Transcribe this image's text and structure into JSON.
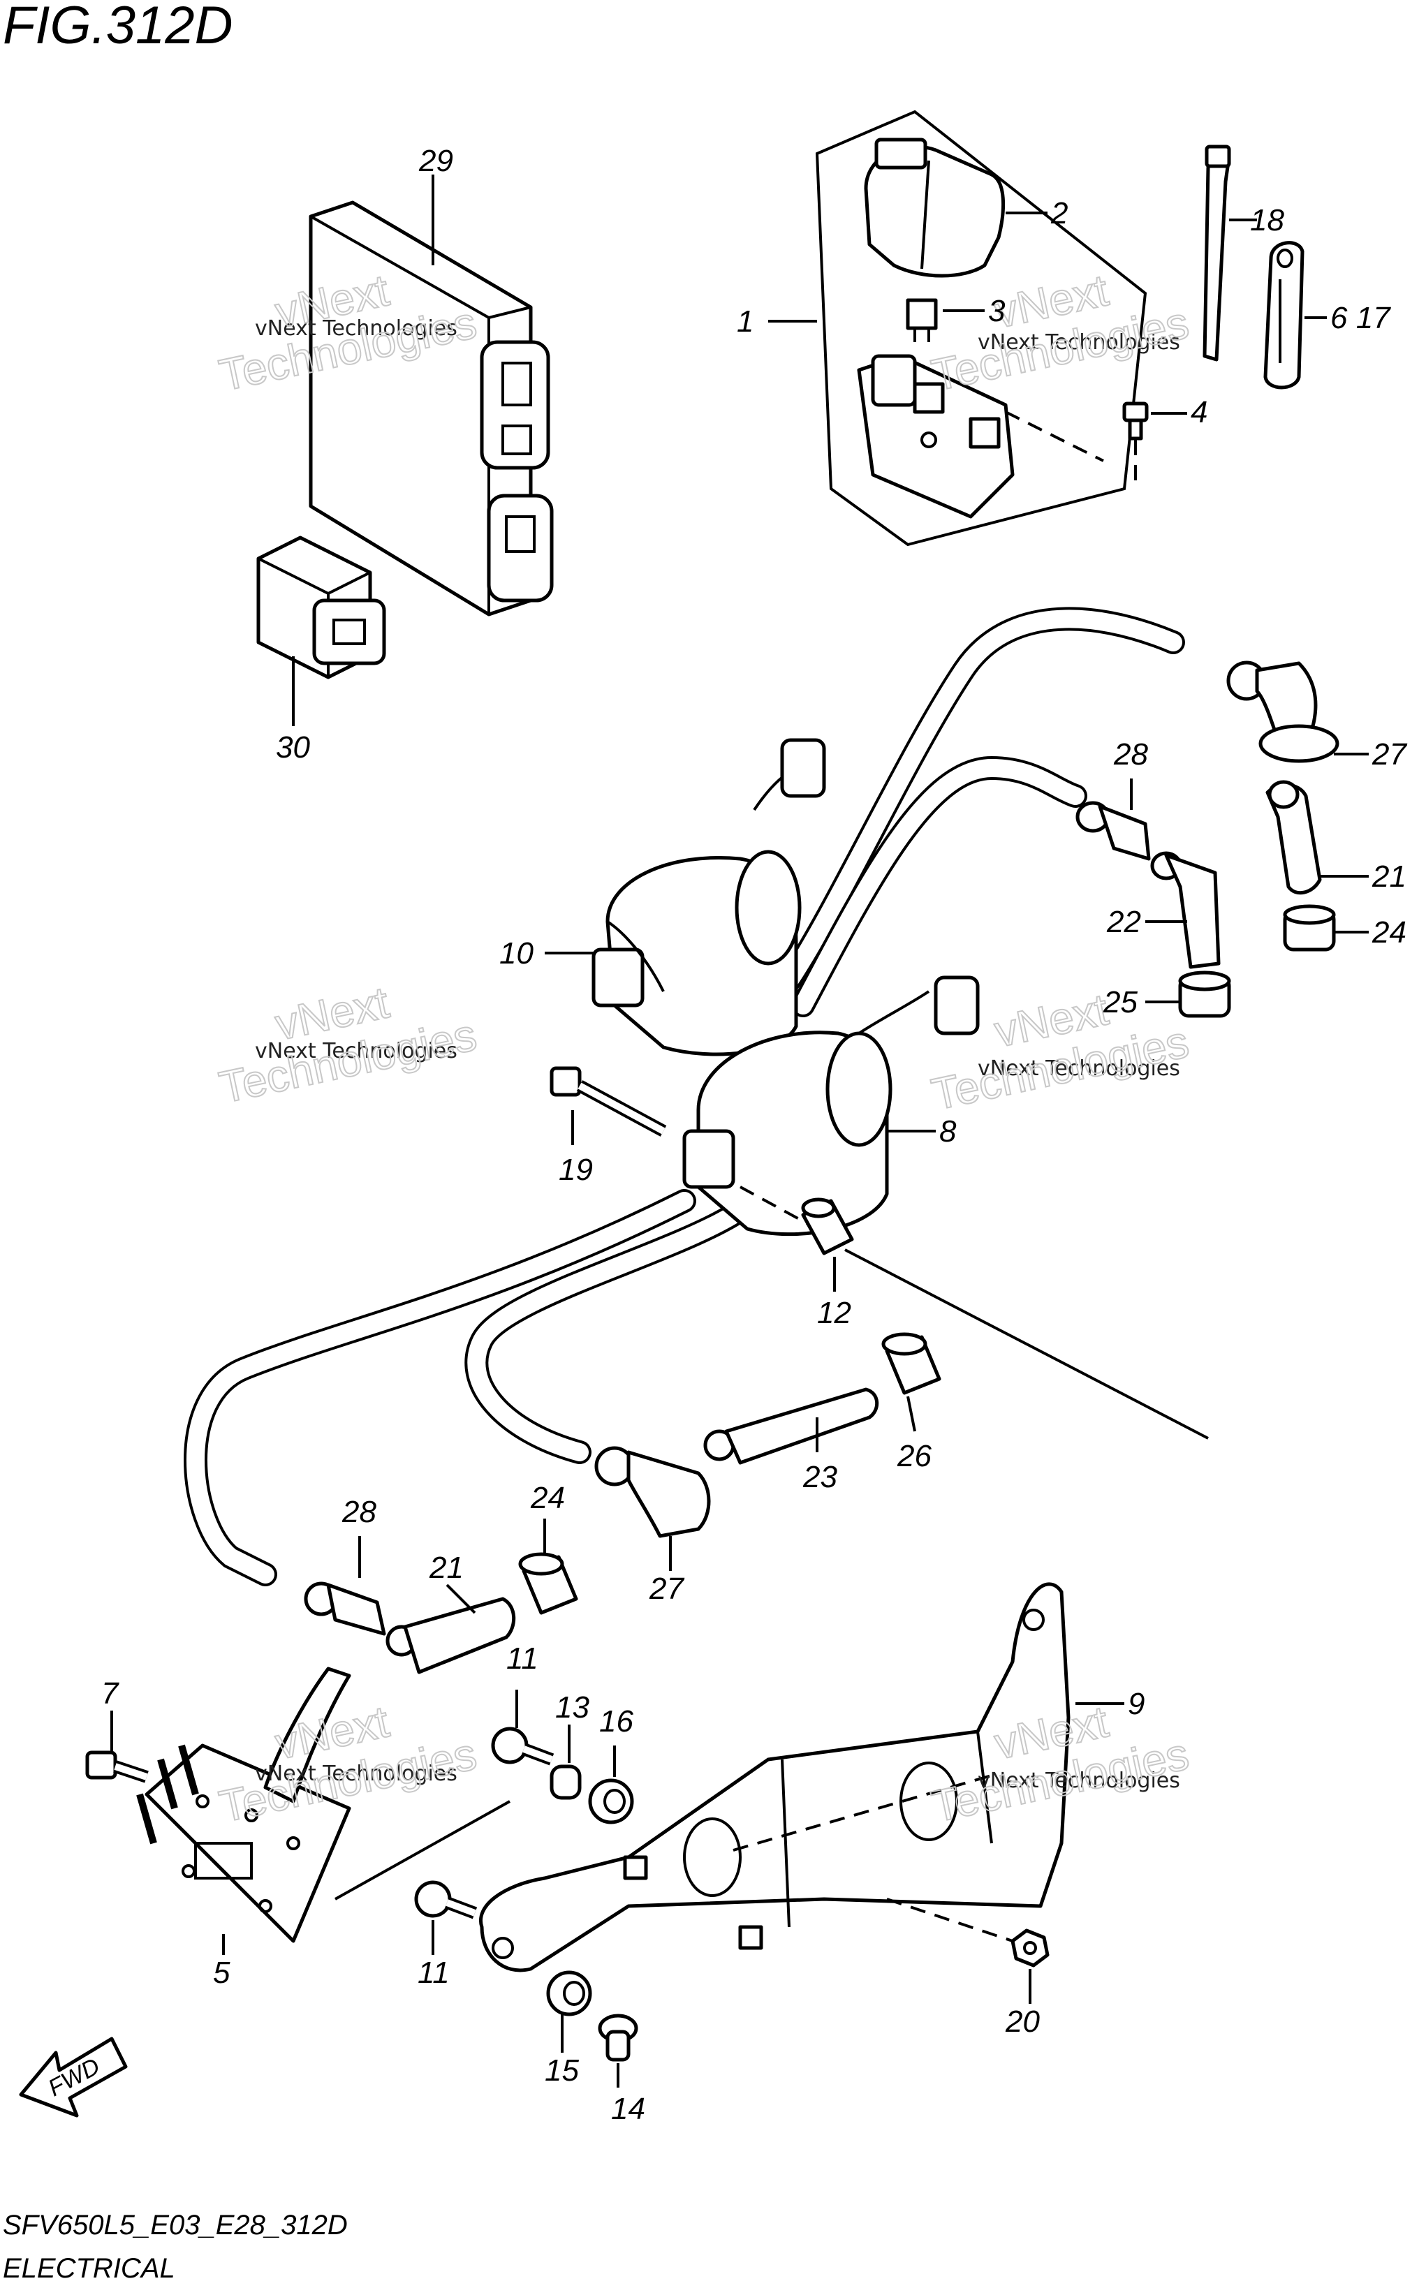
{
  "figure": {
    "title": "FIG.312D",
    "code": "SFV650L5_E03_E28_312D",
    "section": "ELECTRICAL",
    "direction_label": "FWD"
  },
  "watermark": {
    "text": "vNext Technologies",
    "big_line1": "vNext",
    "big_line2": "Technologies"
  },
  "callouts": [
    {
      "id": "c29",
      "label": "29"
    },
    {
      "id": "c2",
      "label": "2"
    },
    {
      "id": "c18",
      "label": "18"
    },
    {
      "id": "c1",
      "label": "1"
    },
    {
      "id": "c3",
      "label": "3"
    },
    {
      "id": "c6-17",
      "label": "6 17"
    },
    {
      "id": "c4",
      "label": "4"
    },
    {
      "id": "c30",
      "label": "30"
    },
    {
      "id": "c27a",
      "label": "27"
    },
    {
      "id": "c28a",
      "label": "28"
    },
    {
      "id": "c21a",
      "label": "21"
    },
    {
      "id": "c10",
      "label": "10"
    },
    {
      "id": "c22",
      "label": "22"
    },
    {
      "id": "c24a",
      "label": "24"
    },
    {
      "id": "c25",
      "label": "25"
    },
    {
      "id": "c8",
      "label": "8"
    },
    {
      "id": "c19",
      "label": "19"
    },
    {
      "id": "c12",
      "label": "12"
    },
    {
      "id": "c26",
      "label": "26"
    },
    {
      "id": "c23",
      "label": "23"
    },
    {
      "id": "c28b",
      "label": "28"
    },
    {
      "id": "c24b",
      "label": "24"
    },
    {
      "id": "c27b",
      "label": "27"
    },
    {
      "id": "c21b",
      "label": "21"
    },
    {
      "id": "c11a",
      "label": "11"
    },
    {
      "id": "c9",
      "label": "9"
    },
    {
      "id": "c7",
      "label": "7"
    },
    {
      "id": "c13",
      "label": "13"
    },
    {
      "id": "c16",
      "label": "16"
    },
    {
      "id": "c5",
      "label": "5"
    },
    {
      "id": "c11b",
      "label": "11"
    },
    {
      "id": "c15",
      "label": "15"
    },
    {
      "id": "c14",
      "label": "14"
    },
    {
      "id": "c20",
      "label": "20"
    }
  ]
}
